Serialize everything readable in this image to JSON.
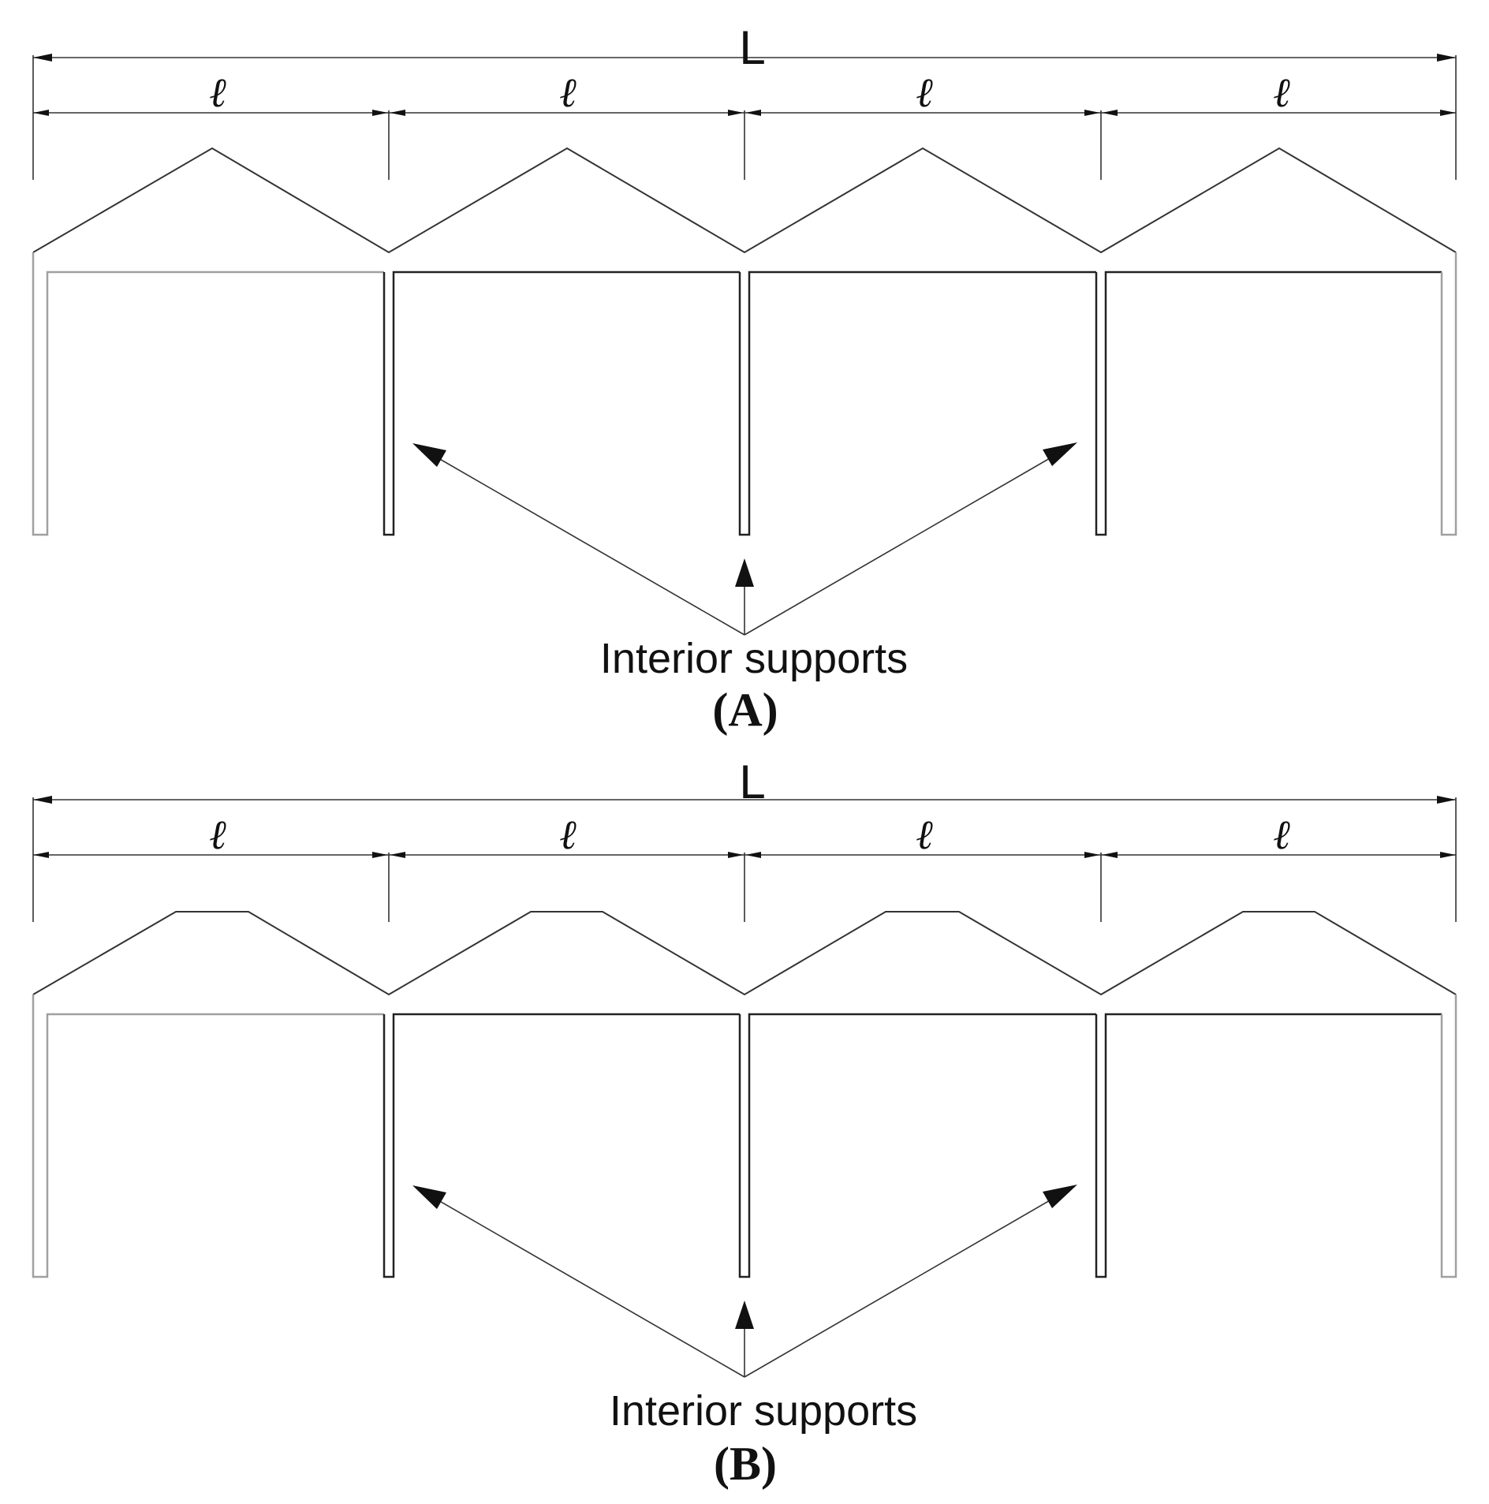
{
  "panels": [
    {
      "id": "A",
      "roof": "pitched",
      "overall_label": "L",
      "bay_labels": [
        "ℓ",
        "ℓ",
        "ℓ",
        "ℓ"
      ],
      "callout": "Interior supports",
      "caption": "(A)"
    },
    {
      "id": "B",
      "roof": "flat-top",
      "overall_label": "L",
      "bay_labels": [
        "ℓ",
        "ℓ",
        "ℓ",
        "ℓ"
      ],
      "callout": "Interior supports",
      "caption": "(B)"
    }
  ],
  "colors": {
    "line": "#333333",
    "exterior_column": "#a0a0a0",
    "interior_column": "#222222",
    "arrowhead": "#111111"
  }
}
